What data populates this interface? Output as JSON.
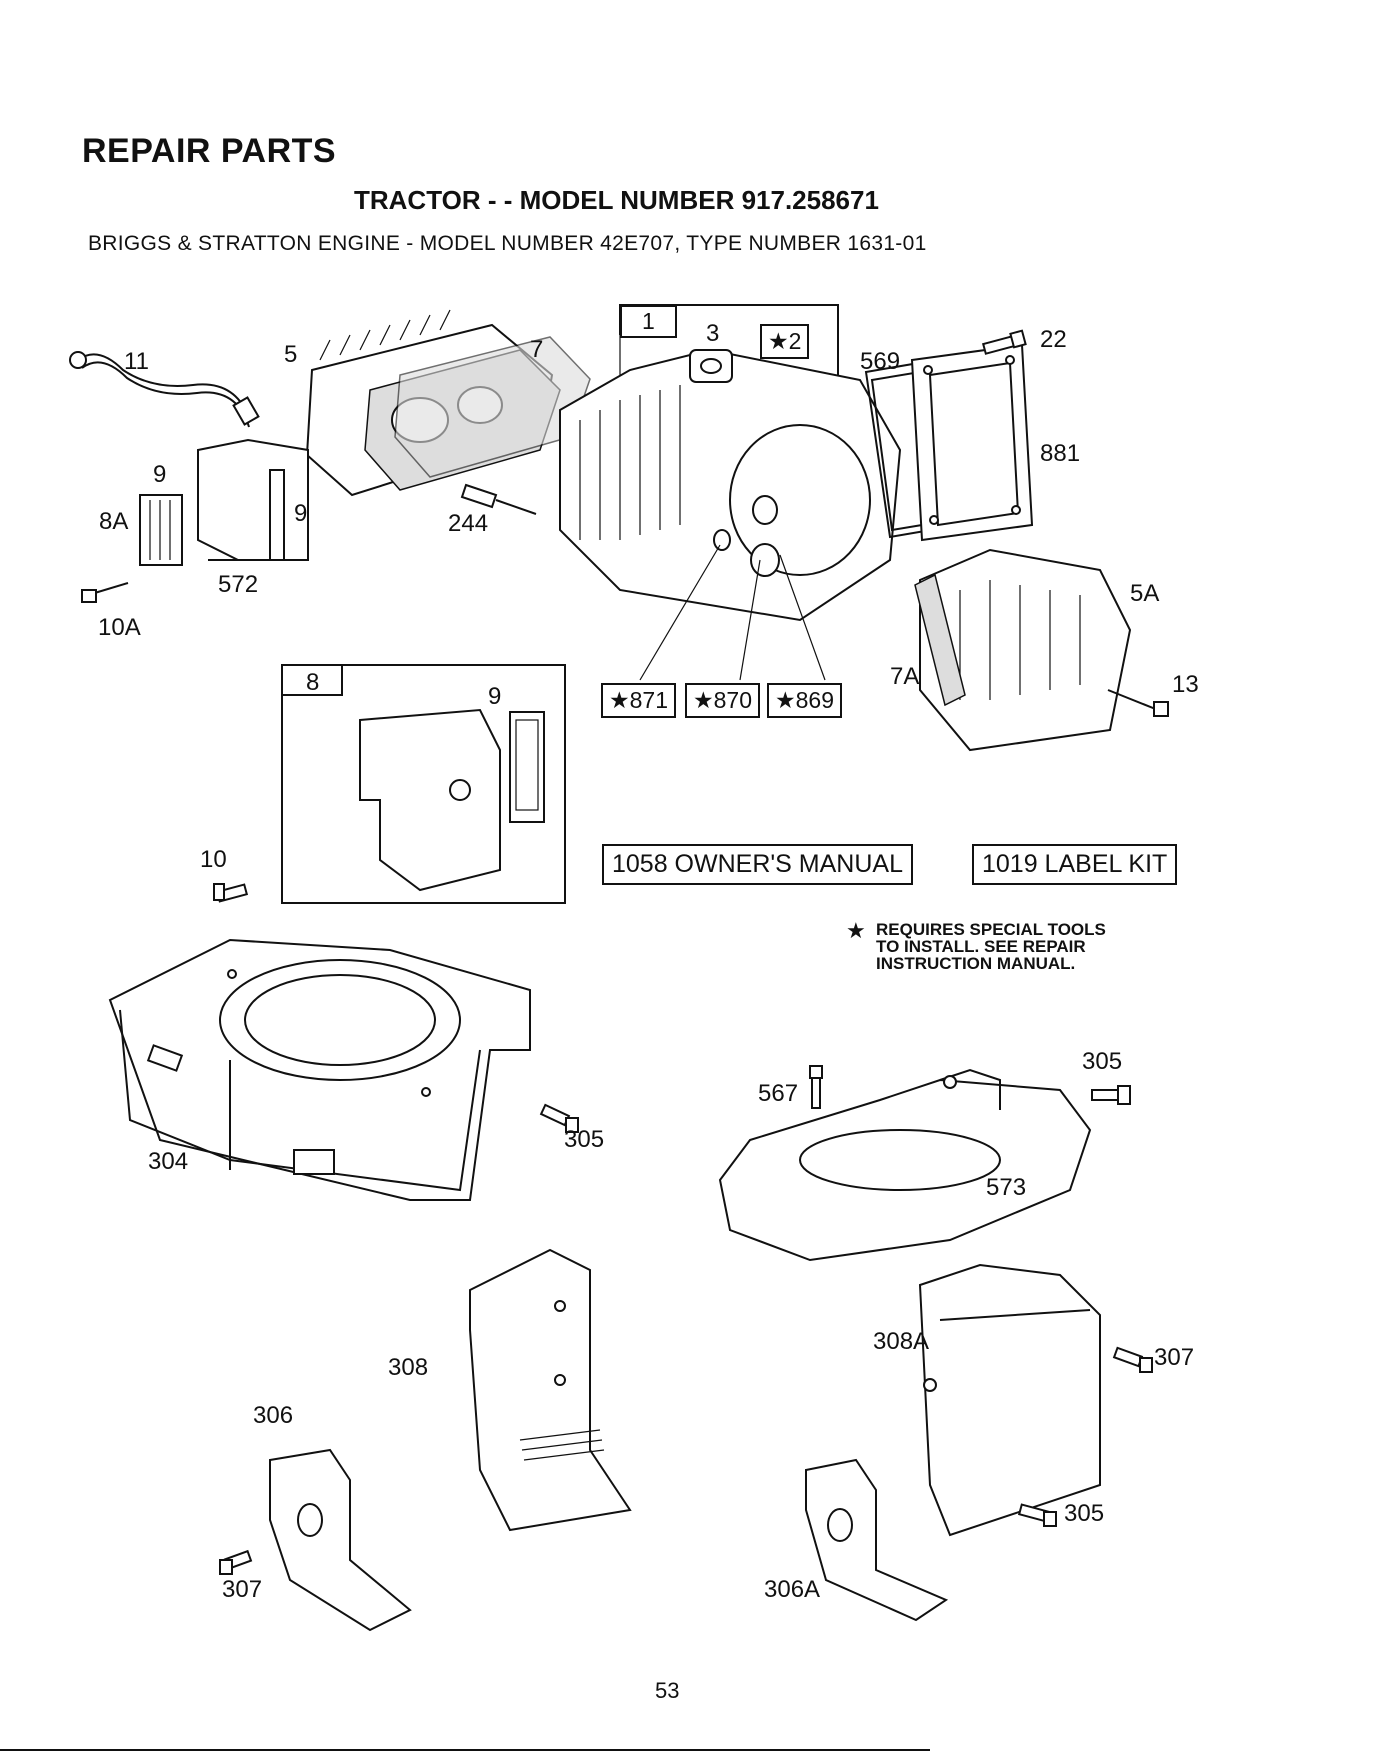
{
  "header": {
    "title": "REPAIR PARTS",
    "subtitle": "TRACTOR - - MODEL NUMBER 917.258671",
    "engine_line": "BRIGGS & STRATTON ENGINE - MODEL NUMBER 42E707, TYPE NUMBER 1631-01"
  },
  "callouts": {
    "p11": "11",
    "p5": "5",
    "p7": "7",
    "p1": "1",
    "p3": "3",
    "p2": "★2",
    "p569": "569",
    "p22": "22",
    "p881": "881",
    "p9a": "9",
    "p9b": "9",
    "p8A": "8A",
    "p572": "572",
    "p10A": "10A",
    "p244": "244",
    "p5A": "5A",
    "p7A": "7A",
    "p13": "13",
    "p8": "8",
    "p9c": "9",
    "p871": "★871",
    "p870": "★870",
    "p869": "★869",
    "p10": "10",
    "p304": "304",
    "p305a": "305",
    "p305b": "305",
    "p567": "567",
    "p573": "573",
    "p308A": "308A",
    "p307a": "307",
    "p308": "308",
    "p306": "306",
    "p307b": "307",
    "p305c": "305",
    "p306A": "306A"
  },
  "boxes": {
    "manual": "1058 OWNER'S MANUAL",
    "labelkit": "1019 LABEL KIT"
  },
  "note": {
    "star": "★",
    "line1": "REQUIRES SPECIAL TOOLS",
    "line2": "TO INSTALL.  SEE REPAIR",
    "line3": "INSTRUCTION MANUAL."
  },
  "footer": {
    "page_number": "53"
  }
}
